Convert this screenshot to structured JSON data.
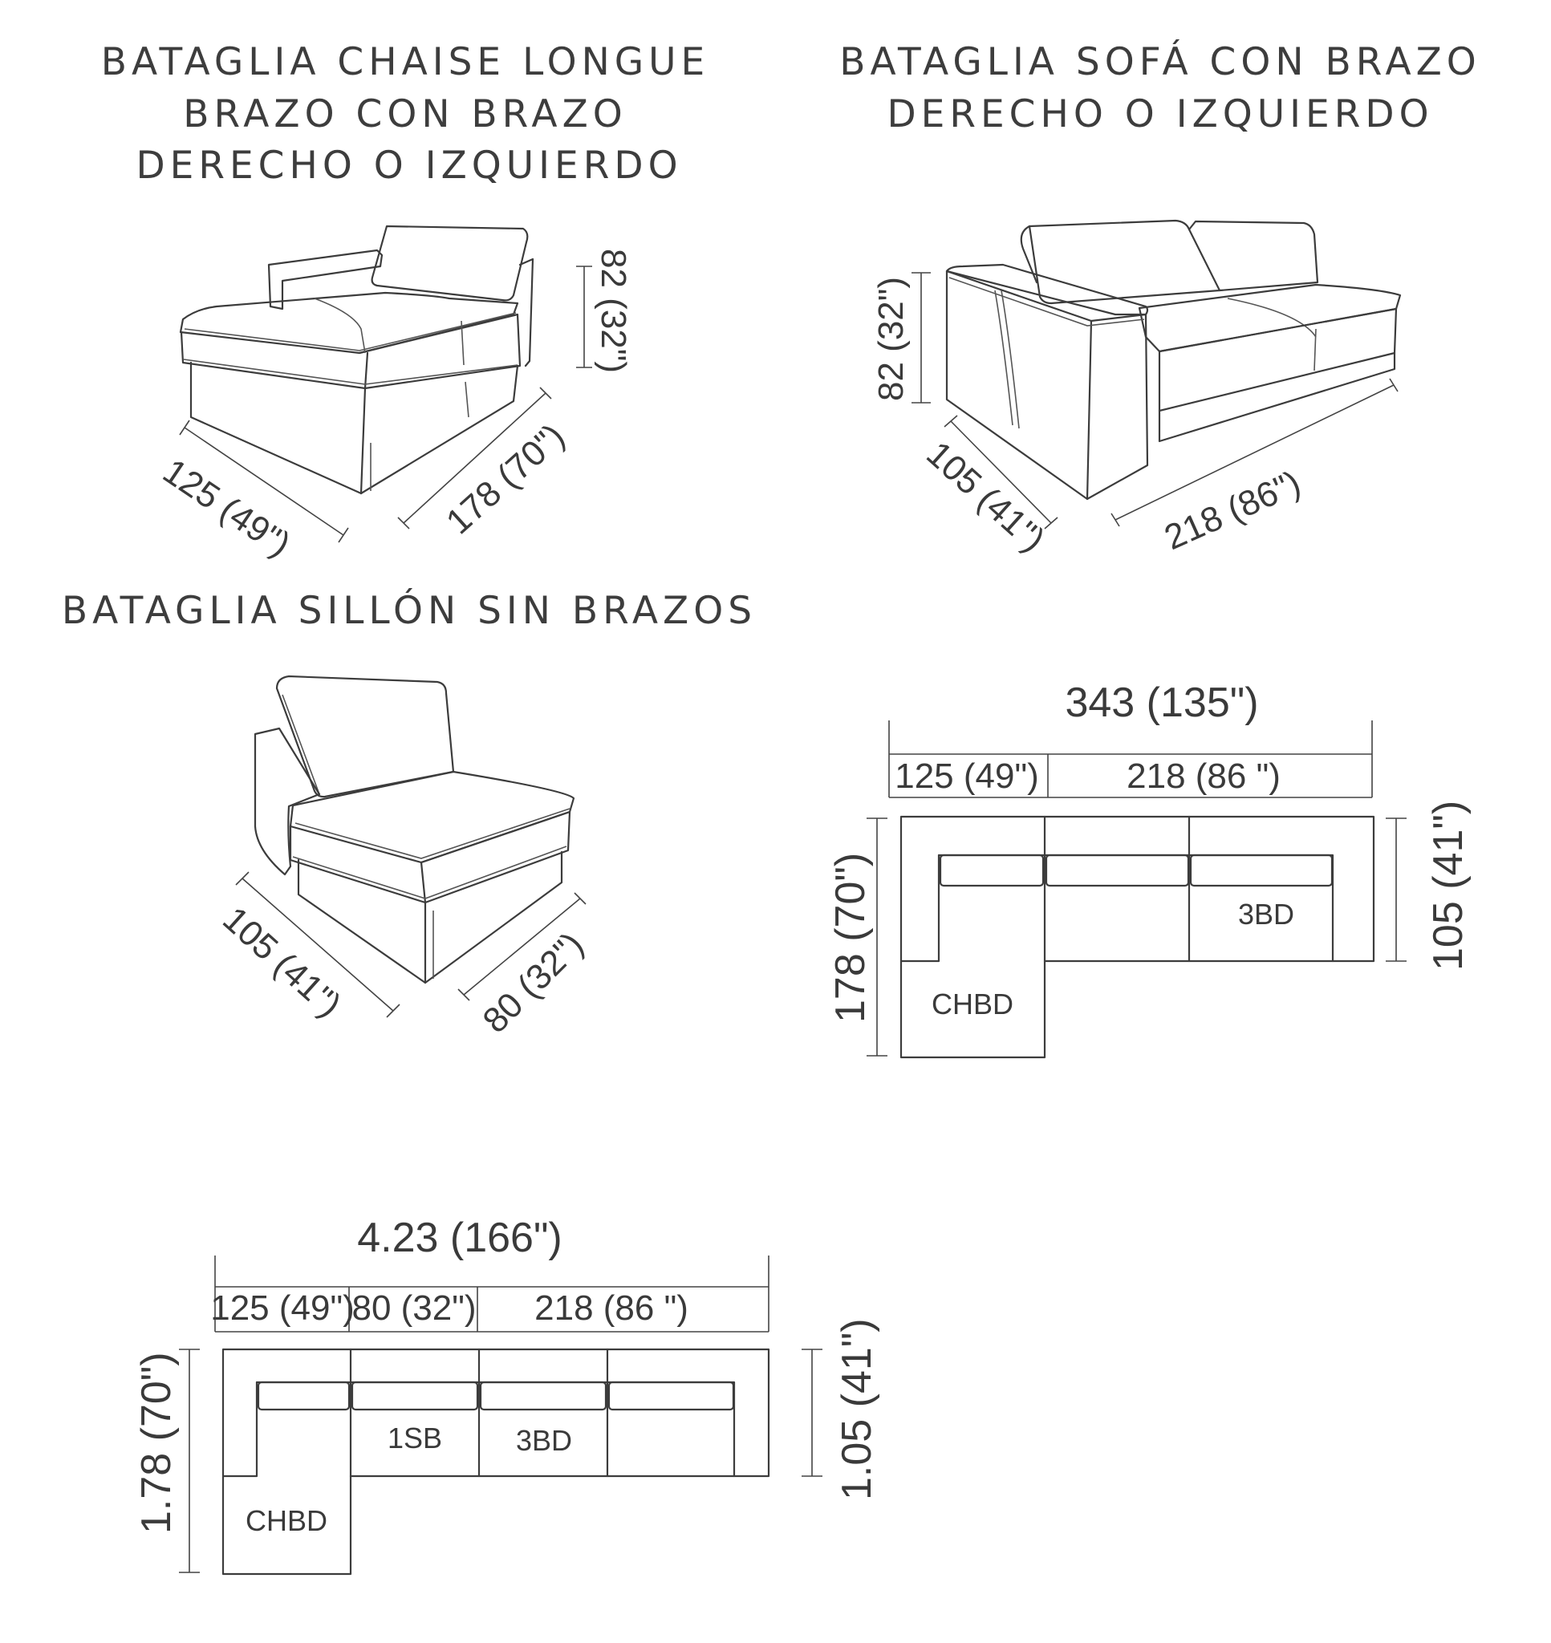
{
  "titles": {
    "chaise": [
      "BATAGLIA CHAISE LONGUE",
      "BRAZO CON BRAZO",
      "DERECHO O IZQUIERDO"
    ],
    "sofa": [
      "BATAGLIA SOFÁ CON BRAZO",
      "DERECHO O IZQUIERDO"
    ],
    "armless": "BATAGLIA SILLÓN SIN BRAZOS"
  },
  "chaise_dims": {
    "height": "82 (32\")",
    "width": "125 (49\")",
    "depth": "178 (70\")"
  },
  "sofa_dims": {
    "height": "82 (32\")",
    "depth": "105 (41\")",
    "width": "218 (86\")"
  },
  "armless_dims": {
    "width": "105 (41\")",
    "depth": "80 (32\")"
  },
  "plan1": {
    "total": "343 (135\")",
    "seg1": "125 (49\")",
    "seg2": "218 (86 \")",
    "left": "178 (70\")",
    "right": "105 (41\")",
    "modules": [
      "3BD",
      "CHBD"
    ]
  },
  "plan2": {
    "total": "4.23 (166\")",
    "seg1": "125 (49\")",
    "seg2": "80 (32\")",
    "seg3": "218 (86 \")",
    "left": "1.78 (70\")",
    "right": "1.05 (41\")",
    "modules": [
      "1SB",
      "3BD",
      "CHBD"
    ]
  }
}
